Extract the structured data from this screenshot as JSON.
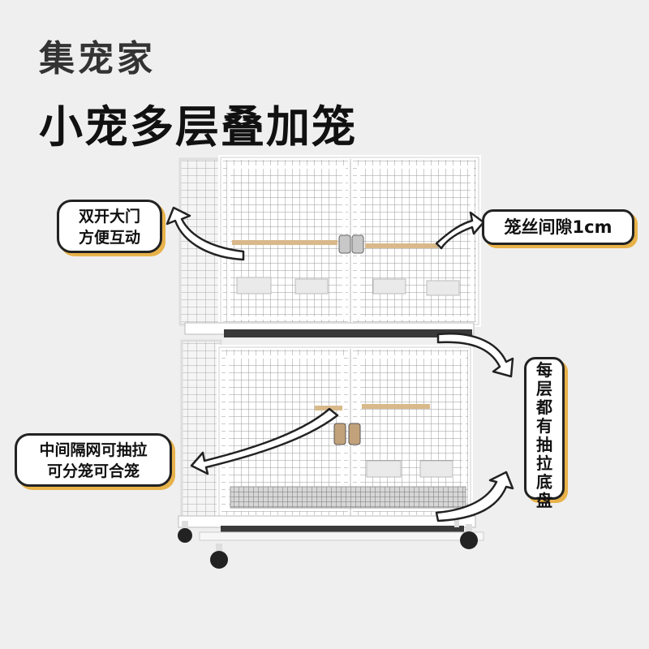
{
  "brand": "集宠家",
  "title": "小宠多层叠加笼",
  "callouts": {
    "doors": {
      "line1": "双开大门",
      "line2": "方便互动"
    },
    "wire_gap": "笼丝间隙1cm",
    "drawer": [
      "每",
      "层",
      "都",
      "有",
      "抽",
      "拉",
      "底",
      "盘"
    ],
    "divider": {
      "line1": "中间隔网可抽拉",
      "line2": "可分笼可合笼"
    }
  },
  "colors": {
    "background": "#efefef",
    "cage": "#ffffff",
    "accent_shadow": "#e8b24a",
    "text": "#111111"
  },
  "icons": [
    "curved-arrow-icon",
    "door-latch-icon",
    "caster-wheel-icon"
  ]
}
